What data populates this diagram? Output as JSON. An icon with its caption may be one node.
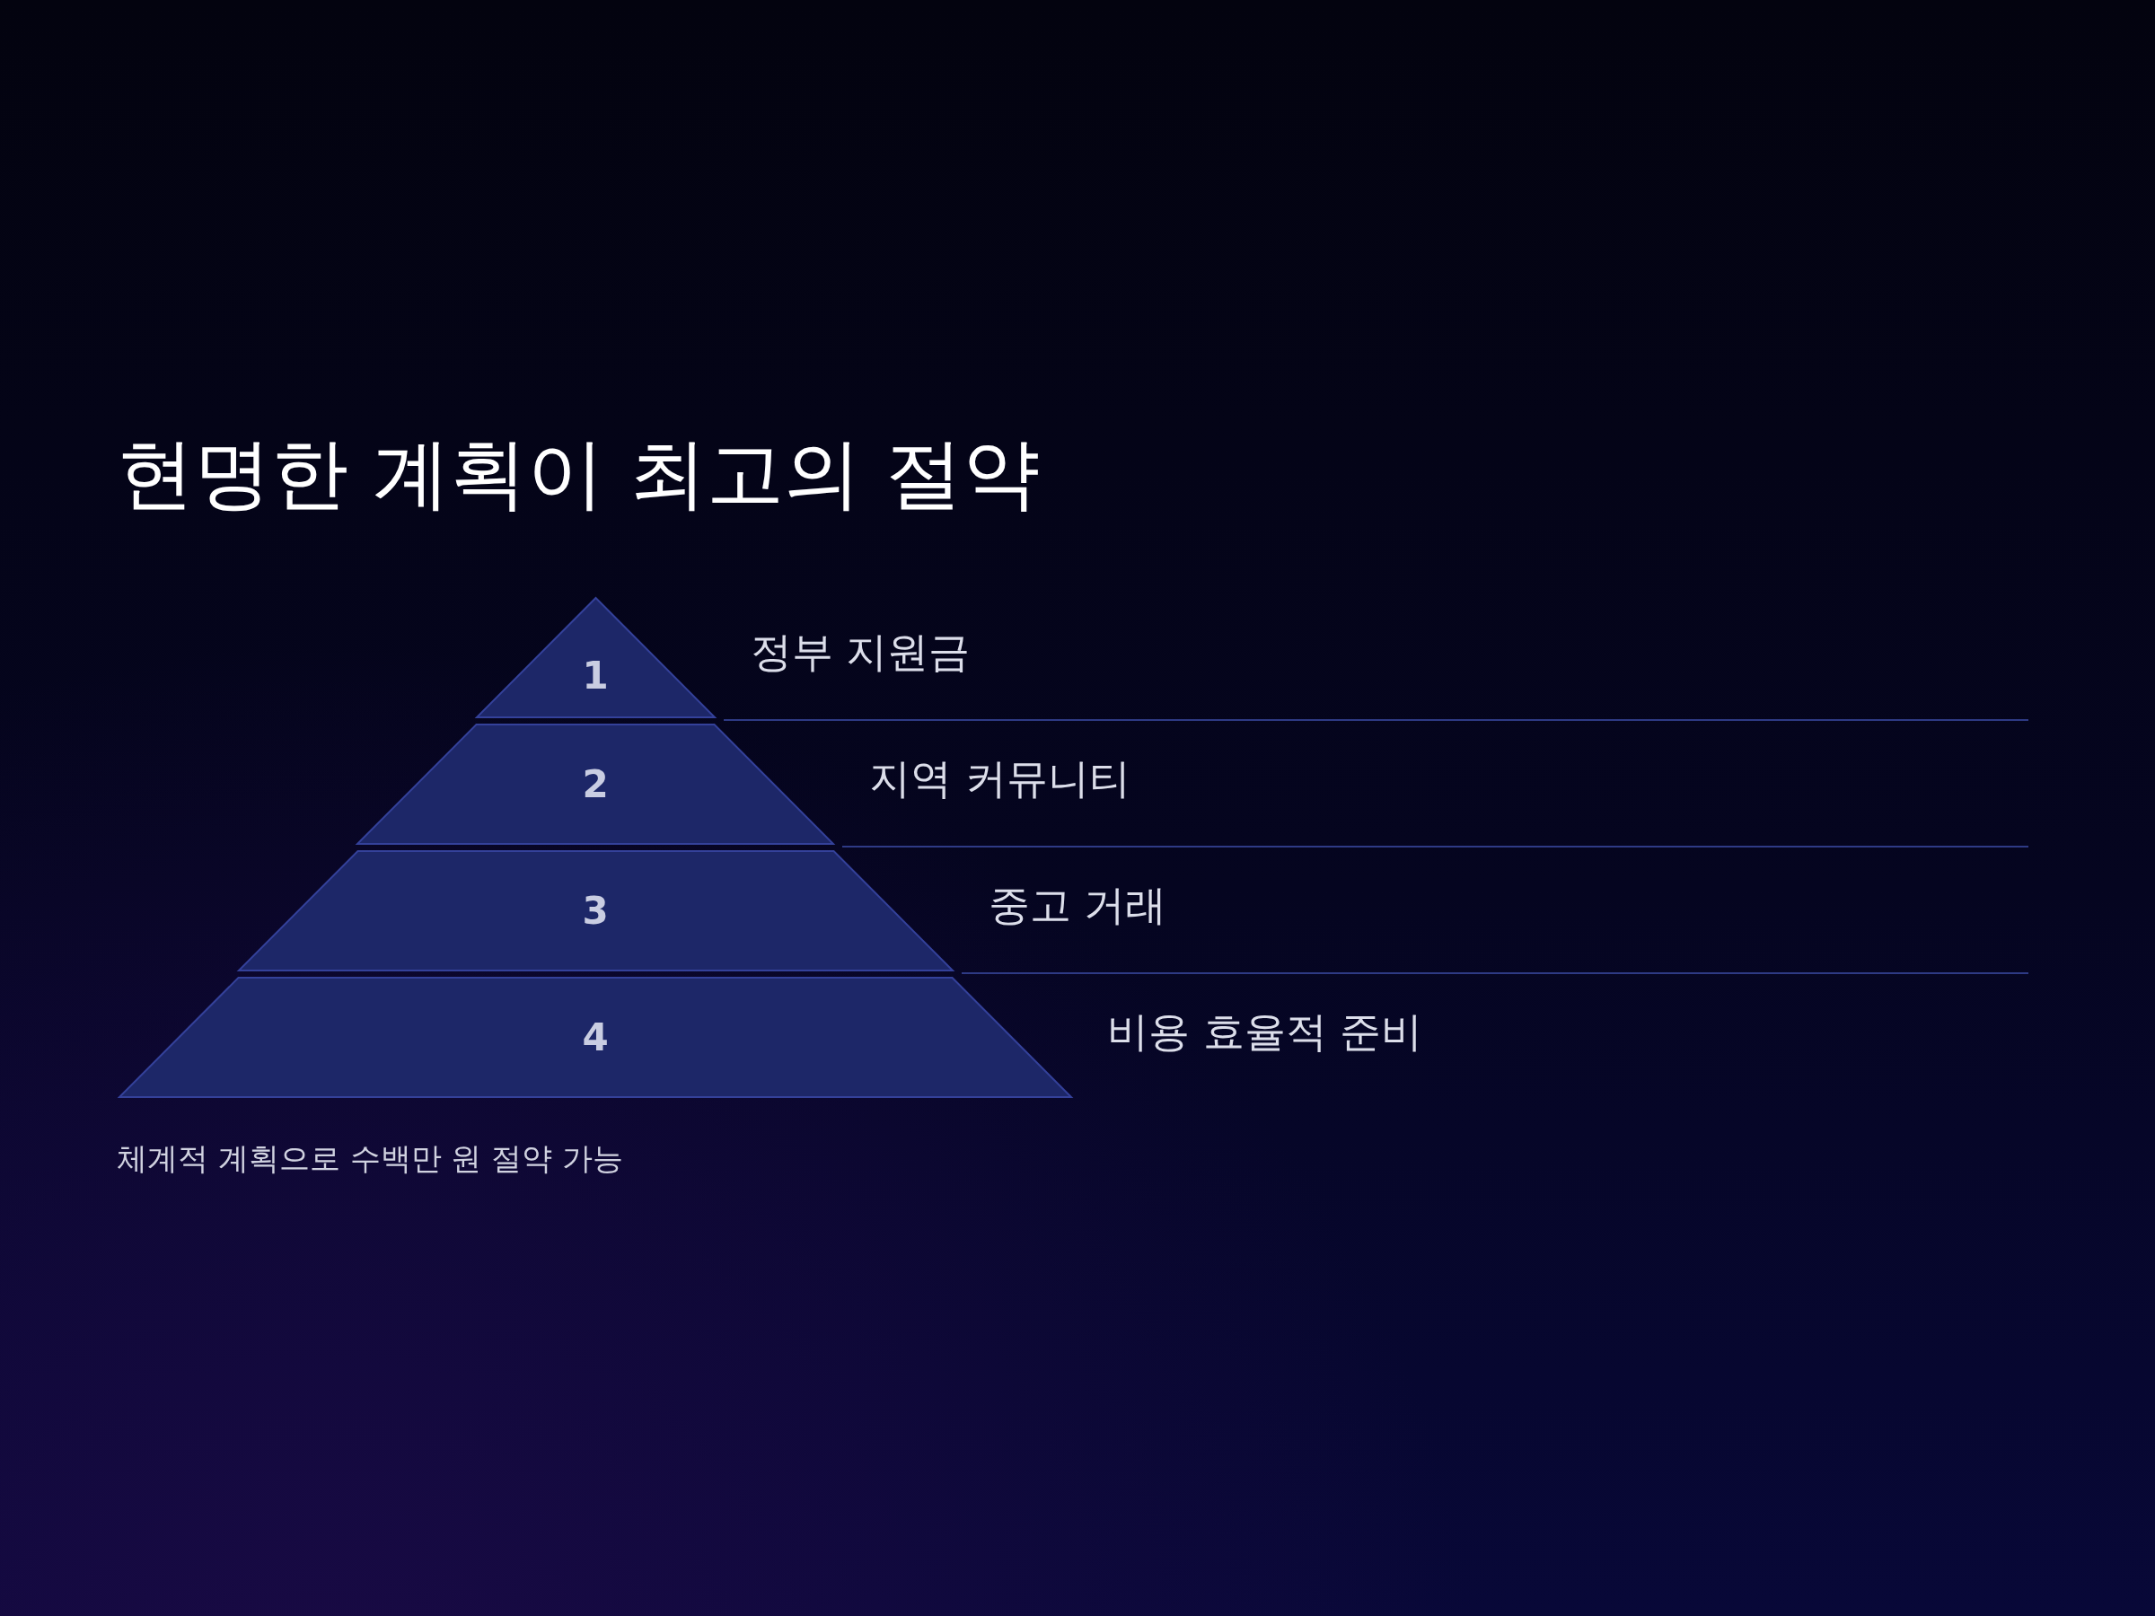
{
  "diagram": {
    "title": "현명한 계획이 최고의 절약",
    "nodes": [
      {
        "text": [
          "1"
        ],
        "beside": [
          "정부 지원금"
        ]
      },
      {
        "text": [
          "2"
        ],
        "beside": [
          "지역 커뮤니티"
        ]
      },
      {
        "text": [
          "3"
        ],
        "beside": [
          "중고 거래"
        ]
      },
      {
        "text": [
          "4"
        ],
        "beside": [
          "비용 효율적 준비"
        ]
      }
    ],
    "labels": [
      "체계적 계획으로 수백만 원 절약 가능"
    ]
  }
}
